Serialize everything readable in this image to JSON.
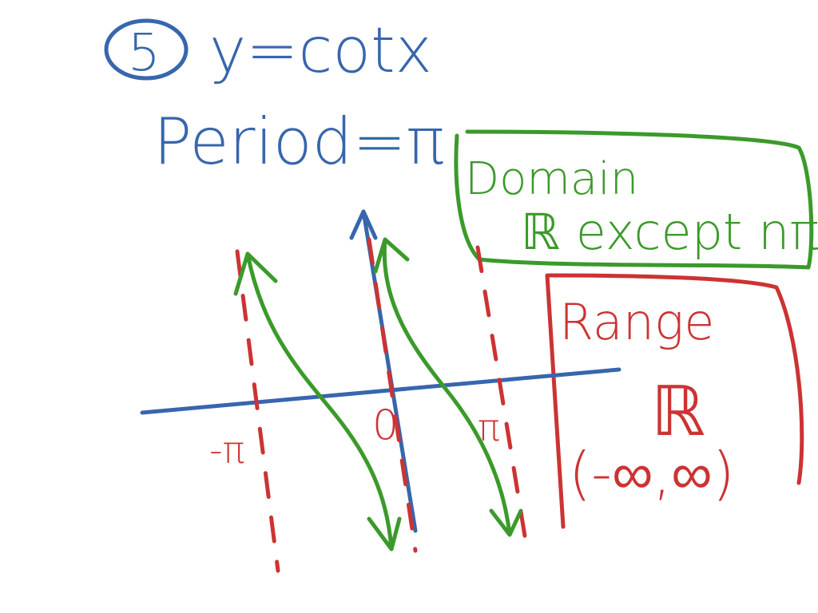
{
  "colors": {
    "blue": "#3766ad",
    "green": "#3b9a2a",
    "red": "#cc3333"
  },
  "problem": {
    "number": "5",
    "equation": "y=cotx"
  },
  "period": "Period=π",
  "domain": {
    "title": "Domain",
    "value": "ℝ except nπ"
  },
  "range": {
    "title": "Range",
    "value": "ℝ",
    "interval": "(-∞,∞)"
  },
  "graph": {
    "x_labels": [
      "-π",
      "0",
      "π"
    ]
  }
}
